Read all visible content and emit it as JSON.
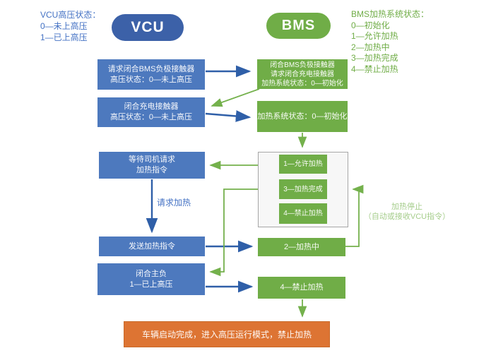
{
  "colors": {
    "blue_node": "#3c61a8",
    "blue_box": "#4d79be",
    "blue_line": "#2f5fa8",
    "blue_text": "#4472c4",
    "green_box": "#70ad47",
    "green_line": "#74b14c",
    "green_text": "#70ad47",
    "green_label_light": "#a5cd8b",
    "orange_box": "#dd7433",
    "orange_border": "#c96a2a",
    "group_border": "#a6a6a6",
    "group_bg": "#f7f7f7"
  },
  "nodes": {
    "vcu_label": "VCU",
    "bms_label": "BMS"
  },
  "legend_vcu": {
    "title": "VCU高压状态：",
    "items": [
      "0—未上高压",
      "1—已上高压"
    ]
  },
  "legend_bms": {
    "title": "BMS加热系统状态：",
    "items": [
      "0—初始化",
      "1—允许加热",
      "2—加热中",
      "3—加热完成",
      "4—禁止加热"
    ]
  },
  "vcu_steps": {
    "step1": [
      "请求闭合BMS负极接触器",
      "高压状态：0—未上高压"
    ],
    "step2": [
      "闭合充电接触器",
      "高压状态：0—未上高压"
    ],
    "step3": [
      "等待司机请求",
      "加热指令"
    ],
    "step4": "发送加热指令",
    "step5": [
      "闭合主负",
      "1—已上高压"
    ]
  },
  "bms_steps": {
    "step1": [
      "闭合BMS负极接触器",
      "请求闭合充电接触器",
      "加热系统状态：0—初始化"
    ],
    "step2": "加热系统状态：0—初始化",
    "group_states": [
      "1—允许加热",
      "3—加热完成",
      "4—禁止加热"
    ],
    "step3": "2—加热中",
    "step4": "4—禁止加热"
  },
  "labels": {
    "request_heating": "请求加热",
    "heating_stop": [
      "加热停止",
      "（自动或接收VCU指令）"
    ]
  },
  "final_banner": "车辆启动完成，进入高压运行模式，禁止加热"
}
